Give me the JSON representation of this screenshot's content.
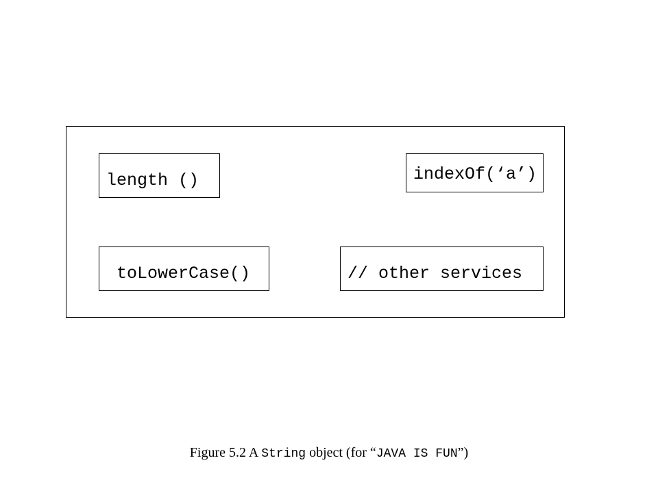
{
  "object_box": {
    "methods": [
      {
        "id": "length",
        "label": "length ()"
      },
      {
        "id": "indexof",
        "label": "indexOf(‘a’)"
      },
      {
        "id": "tolower",
        "label": "toLowerCase()"
      },
      {
        "id": "other",
        "label": "// other services"
      }
    ]
  },
  "caption": {
    "prefix": "Figure 5.2 A ",
    "class_name": "String",
    "middle": " object (for ",
    "open_quote": "“",
    "value": "JAVA IS FUN",
    "close_quote": "”",
    "suffix": ")"
  }
}
